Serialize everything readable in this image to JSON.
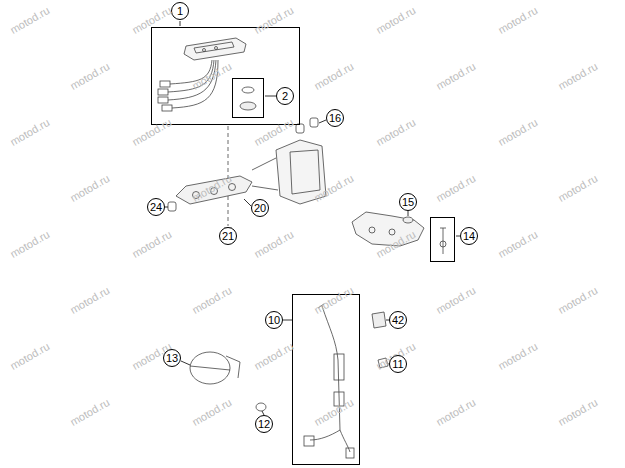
{
  "diagram": {
    "nodes": [
      {
        "text": [
          "1"
        ]
      },
      {
        "text": [
          "2"
        ],
        "in": 0
      },
      {
        "text": [
          "14"
        ]
      },
      {
        "text": [
          "10"
        ]
      }
    ],
    "labels": [
      "16",
      "24",
      "20",
      "21",
      "15",
      "42",
      "13",
      "11",
      "12",
      "motod.ru",
      "motod.ru",
      "motod.ru",
      "motod.ru",
      "motod.ru",
      "motod.ru",
      "motod.ru",
      "motod.ru",
      "motod.ru",
      "motod.ru",
      "motod.ru",
      "motod.ru",
      "motod.ru",
      "motod.ru",
      "motod.ru",
      "motod.ru",
      "motod.ru",
      "motod.ru",
      "motod.ru",
      "motod.ru",
      "motod.ru",
      "motod.ru",
      "motod.ru",
      "motod.ru",
      "motod.ru",
      "motod.ru",
      "motod.ru",
      "motod.ru",
      "motod.ru",
      "motod.ru",
      "motod.ru",
      "motod.ru",
      "motod.ru",
      "motod.ru",
      "motod.ru",
      "motod.ru",
      "motod.ru",
      "motod.ru",
      "motod.ru",
      "motod.ru"
    ]
  }
}
